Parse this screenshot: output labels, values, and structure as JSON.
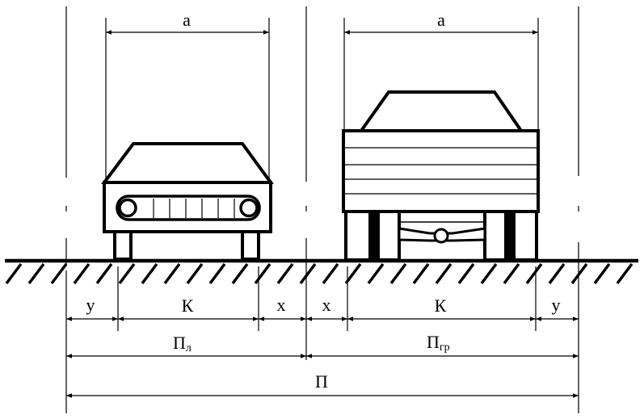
{
  "labels": {
    "a_left": "а",
    "a_right": "а",
    "y_left": "у",
    "k_left": "К",
    "x_left": "х",
    "x_right": "х",
    "k_right": "К",
    "y_right": "у",
    "p_l_main": "П",
    "p_l_sub": "л",
    "p_gr_main": "П",
    "p_gr_sub": "гр",
    "p_total": "П"
  },
  "colors": {
    "ink": "#000000",
    "background": "#ffffff"
  }
}
